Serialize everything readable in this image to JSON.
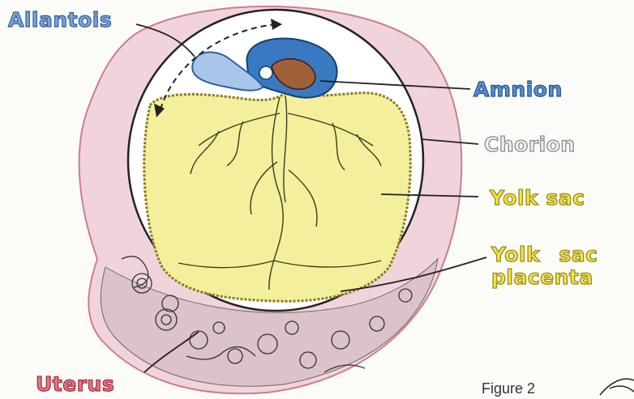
{
  "labels": {
    "allantois": "Allantois",
    "amnion": "Amnion",
    "chorion": "Chorion",
    "yolk_sac": "Yolk sac",
    "yolk_sac_placenta_line1": "Yolk sac",
    "yolk_sac_placenta_line2": "placenta",
    "uterus": "Uterus",
    "figure": "Figure 2"
  },
  "colors": {
    "yolk": "#f3ef9c",
    "amnion": "#3a78c2",
    "allantois": "#a9c6ea",
    "uterus": "#e3a0b0",
    "embryo": "#a0603a"
  }
}
